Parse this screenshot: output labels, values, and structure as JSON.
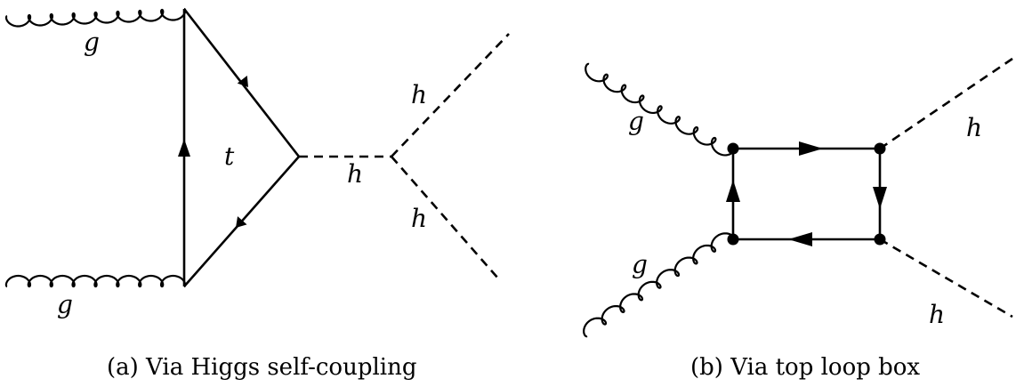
{
  "diagram_a": {
    "caption": "(a) Via Higgs self-coupling",
    "labels": {
      "gluon_top": "g",
      "gluon_bottom": "g",
      "top_loop": "t",
      "higgs_internal": "h",
      "higgs_out_upper": "h",
      "higgs_out_lower": "h"
    }
  },
  "diagram_b": {
    "caption": "(b) Via top loop box",
    "labels": {
      "gluon_top": "g",
      "gluon_bottom": "g",
      "higgs_out_upper": "h",
      "higgs_out_lower": "h"
    }
  }
}
